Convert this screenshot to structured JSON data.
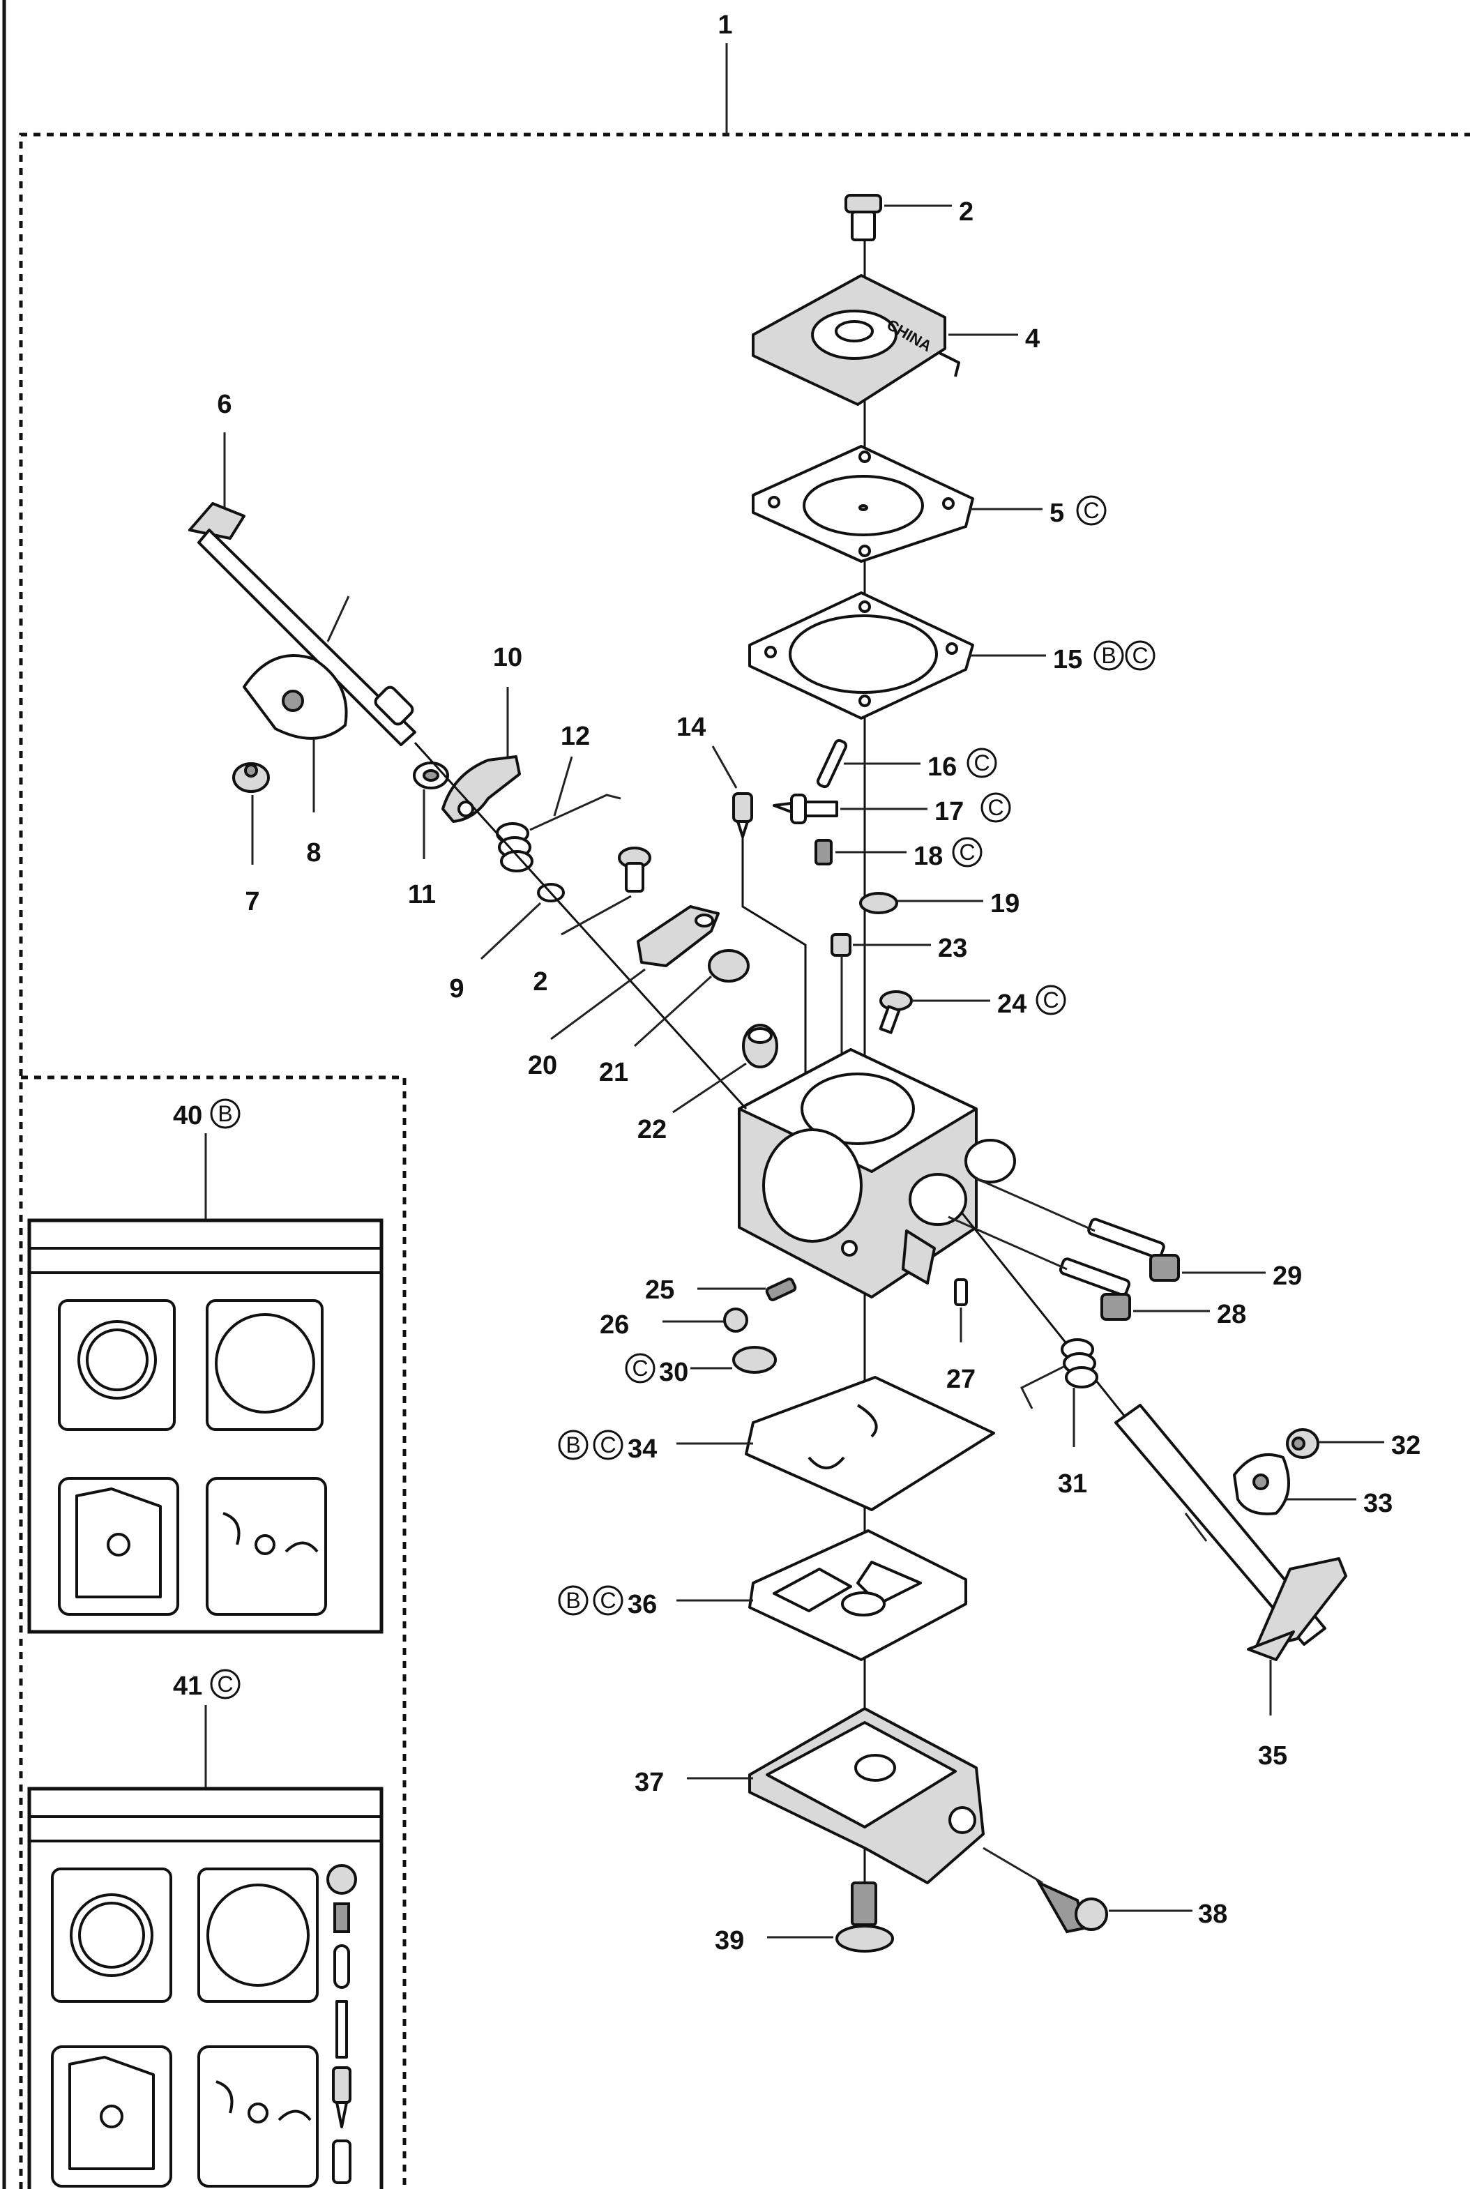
{
  "labels": {
    "p1": "1",
    "p2": "2",
    "p2b": "2",
    "p4": "4",
    "p5": "5",
    "p6": "6",
    "p7": "7",
    "p8": "8",
    "p9": "9",
    "p10": "10",
    "p11": "11",
    "p12": "12",
    "p14": "14",
    "p15": "15",
    "p16": "16",
    "p17": "17",
    "p18": "18",
    "p19": "19",
    "p20": "20",
    "p21": "21",
    "p22": "22",
    "p23": "23",
    "p24": "24",
    "p25": "25",
    "p26": "26",
    "p27": "27",
    "p28": "28",
    "p29": "29",
    "p30": "30",
    "p31": "31",
    "p32": "32",
    "p33": "33",
    "p34": "34",
    "p35": "35",
    "p36": "36",
    "p37": "37",
    "p38": "38",
    "p39": "39",
    "p40": "40",
    "p41": "41"
  },
  "badges": {
    "b": "B",
    "c": "C"
  },
  "cover_text": "CHINA"
}
